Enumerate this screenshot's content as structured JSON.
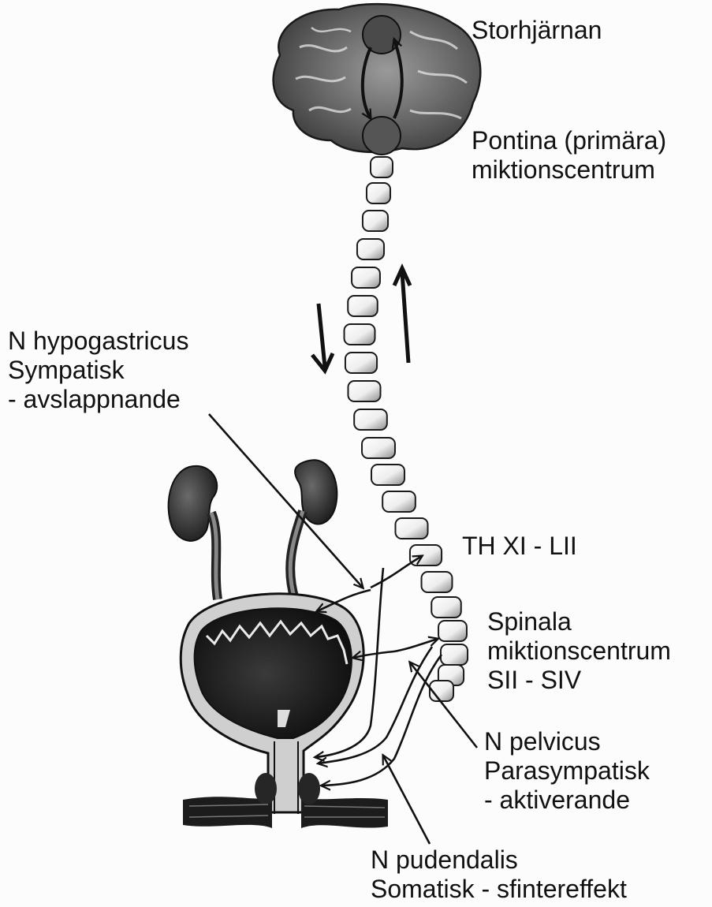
{
  "labels": {
    "brain": [
      "Storhjärnan"
    ],
    "pontine": [
      "Pontina (primära)",
      "miktionscentrum"
    ],
    "hypogastric": [
      "N hypogastricus",
      "Sympatisk",
      "- avslappnande"
    ],
    "thoracolumbar": [
      "TH XI - LII"
    ],
    "sacral": [
      "Spinala",
      "miktionscentrum",
      "SII - SIV"
    ],
    "pelvic": [
      "N pelvicus",
      "Parasympatisk",
      "- aktiverande"
    ],
    "pudendal": [
      "N pudendalis",
      "Somatisk - sfintereffekt"
    ]
  },
  "colors": {
    "ink": "#111111",
    "organ_dark": "#2a2a2a",
    "organ_mid": "#6e6e6e",
    "vertebra_fill": "#f2f2f2"
  },
  "icons": [
    "brain-icon",
    "spinal-column-icon",
    "kidney-icon",
    "bladder-icon",
    "pelvic-floor-icon"
  ]
}
